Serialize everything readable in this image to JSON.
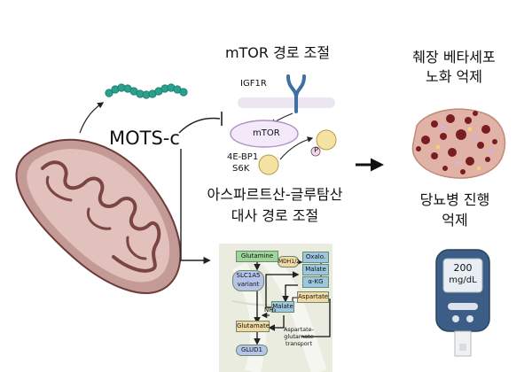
{
  "labels": {
    "mtor_title": "mTOR 경로 조절",
    "beta_title_line1": "췌장 베타세포",
    "beta_title_line2": "노화 억제",
    "mots_c": "MOTS-c",
    "igf1r": "IGF1R",
    "mtor": "mTOR",
    "fourebp1": "4E-BP1",
    "s6k": "S6K",
    "phospho": "P",
    "asp_glu_line1": "아스파르트산-글루탐산",
    "asp_glu_line2": "대사 경로 조절",
    "diabetes_line1": "당뇨병 진행",
    "diabetes_line2": "억제",
    "meter_value": "200",
    "meter_unit": "mg/dL"
  },
  "pathway": {
    "glutamine": "Glutamine",
    "slc1a5": "SLC1A5 variant",
    "mdh1": "MDH1/2",
    "oxalo": "Oxalo.",
    "malate_top": "Malate",
    "akg": "α-KG",
    "aspartate": "Aspartate",
    "malate_mid": "Malate",
    "nh3": "NH₃",
    "glutamate": "Glutamate",
    "asp_glu_transport": "Aspartate-glutamate transport",
    "glud1": "GLUD1"
  },
  "colors": {
    "mitochondria": "#b9898a",
    "mitochondria_dark": "#6d3b3a",
    "peptide": "#2aa08e",
    "mtor_fill": "#f3e9f9",
    "mtor_stroke": "#b08fc4",
    "receptor": "#3f6fa3",
    "yellow_circle": "#f5e3a3",
    "pathway_bg": "#e9ecde",
    "green_box": "#9fd59a",
    "blue_box": "#9bc7e0",
    "orange_box": "#f3d9a5",
    "islet": "#d9a89a",
    "meter_body": "#3b5d86"
  }
}
